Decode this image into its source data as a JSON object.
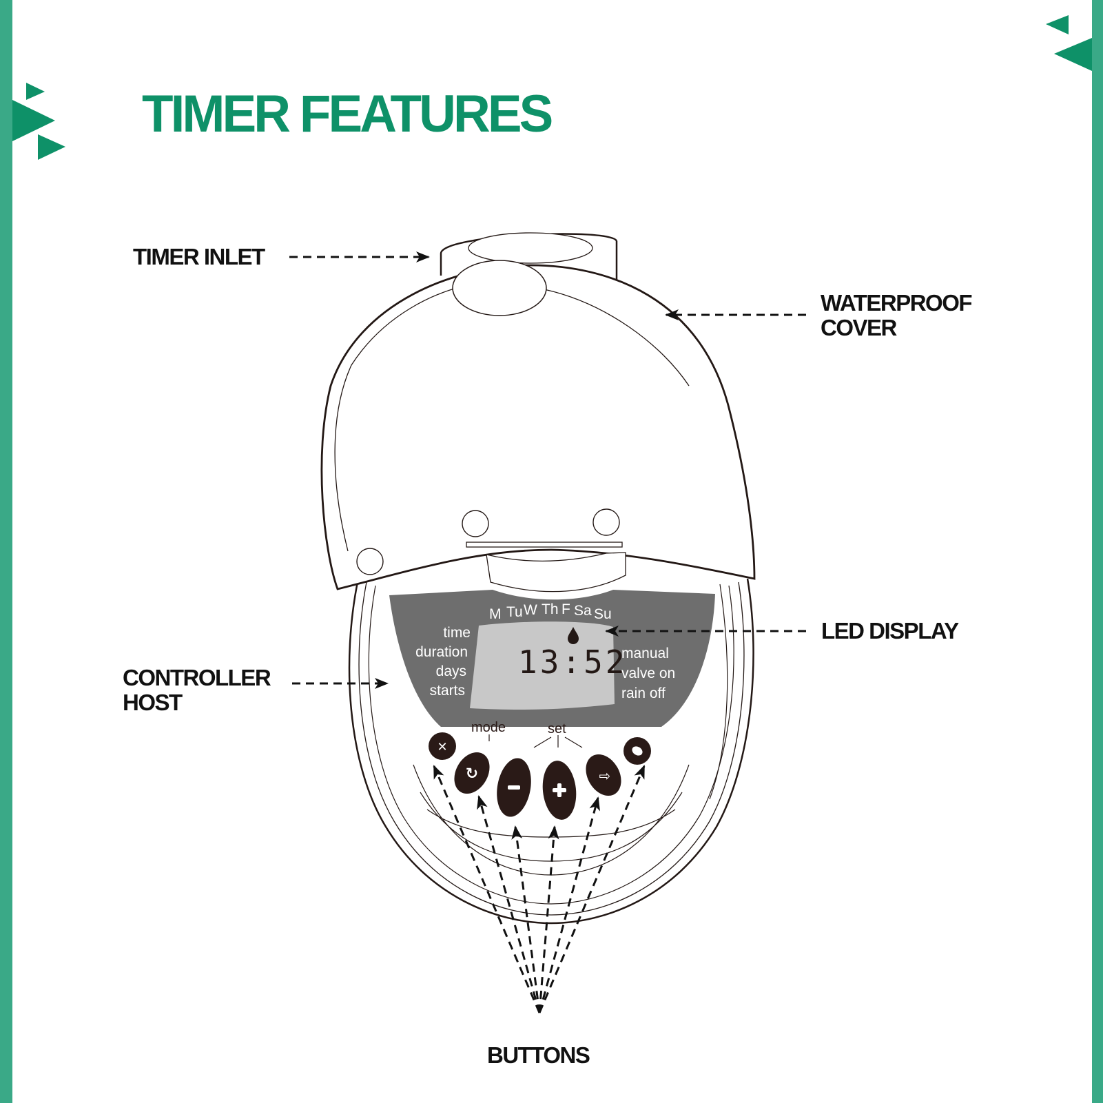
{
  "title": "TIMER FEATURES",
  "labels": {
    "timer_inlet": "TIMER INLET",
    "waterproof_cover_line1": "WATERPROOF",
    "waterproof_cover_line2": "COVER",
    "led_display": "LED DISPLAY",
    "controller_host_line1": "CONTROLLER",
    "controller_host_line2": "HOST",
    "buttons": "BUTTONS"
  },
  "display": {
    "days": [
      "M",
      "Tu",
      "W",
      "Th",
      "F",
      "Sa",
      "Su"
    ],
    "left_modes": [
      "time",
      "duration",
      "days",
      "starts"
    ],
    "right_modes": [
      "manual",
      "valve on",
      "rain off"
    ],
    "time": "13:52",
    "drop_icon": "water-drop-icon"
  },
  "controls": {
    "mode_label": "mode",
    "set_label": "set",
    "buttons": [
      {
        "name": "rain-off-button",
        "icon": "rain-sprinkler-icon"
      },
      {
        "name": "mode-button",
        "icon": "cycle-arrow-icon"
      },
      {
        "name": "minus-button",
        "icon": "minus-icon"
      },
      {
        "name": "plus-button",
        "icon": "plus-icon"
      },
      {
        "name": "next-button",
        "icon": "right-arrow-icon"
      },
      {
        "name": "manual-button",
        "icon": "hand-icon"
      }
    ]
  },
  "colors": {
    "brand_green": "#0e9168",
    "bar_green": "#3aa987",
    "panel_gray": "#6e6e6e",
    "lcd_gray": "#c8c8c8",
    "button_dark": "#2a1a17",
    "line_dark": "#231815"
  }
}
